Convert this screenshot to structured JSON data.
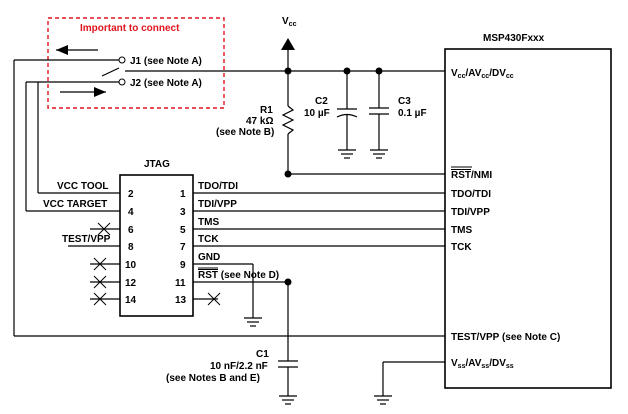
{
  "note": {
    "text": "Important to connect"
  },
  "vcc_label": {
    "main": "V",
    "sub": "cc"
  },
  "jumpers": {
    "j1": "J1 (see Note A)",
    "j2": "J2 (see Note A)"
  },
  "r1": {
    "name": "R1",
    "value": "47 kΩ",
    "note": "(see Note B)"
  },
  "c2": {
    "name": "C2",
    "value": "10 µF"
  },
  "c3": {
    "name": "C3",
    "value": "0.1 µF"
  },
  "c1": {
    "name": "C1",
    "value": "10 nF/2.2 nF",
    "note": "(see Notes B and E)"
  },
  "jtag": {
    "title": "JTAG",
    "pins": [
      "1",
      "2",
      "3",
      "4",
      "5",
      "6",
      "7",
      "8",
      "9",
      "10",
      "11",
      "12",
      "13",
      "14"
    ],
    "left_labels": {
      "vcc_tool": "VCC TOOL",
      "vcc_target": "VCC TARGET",
      "test_vpp": "TEST/VPP"
    },
    "right_labels": {
      "tdo_tdi": "TDO/TDI",
      "tdi_vpp": "TDI/VPP",
      "tms": "TMS",
      "tck": "TCK",
      "gnd": "GND",
      "rst": "RST",
      "rst_note": " (see Note D)"
    }
  },
  "mcu": {
    "title": "MSP430Fxxx",
    "vcc_pin": {
      "p1": "V",
      "s1": "cc",
      "p2": "/AV",
      "s2": "cc",
      "p3": "/DV",
      "s3": "cc"
    },
    "rst_nmi": {
      "bar": "RST",
      "rest": "/NMI"
    },
    "tdo_tdi": "TDO/TDI",
    "tdi_vpp": "TDI/VPP",
    "tms": "TMS",
    "tck": "TCK",
    "test_vpp": "TEST/VPP (see Note C)",
    "vss_pin": {
      "p1": "V",
      "s1": "ss",
      "p2": "/AV",
      "s2": "ss",
      "p3": "/DV",
      "s3": "ss"
    }
  }
}
